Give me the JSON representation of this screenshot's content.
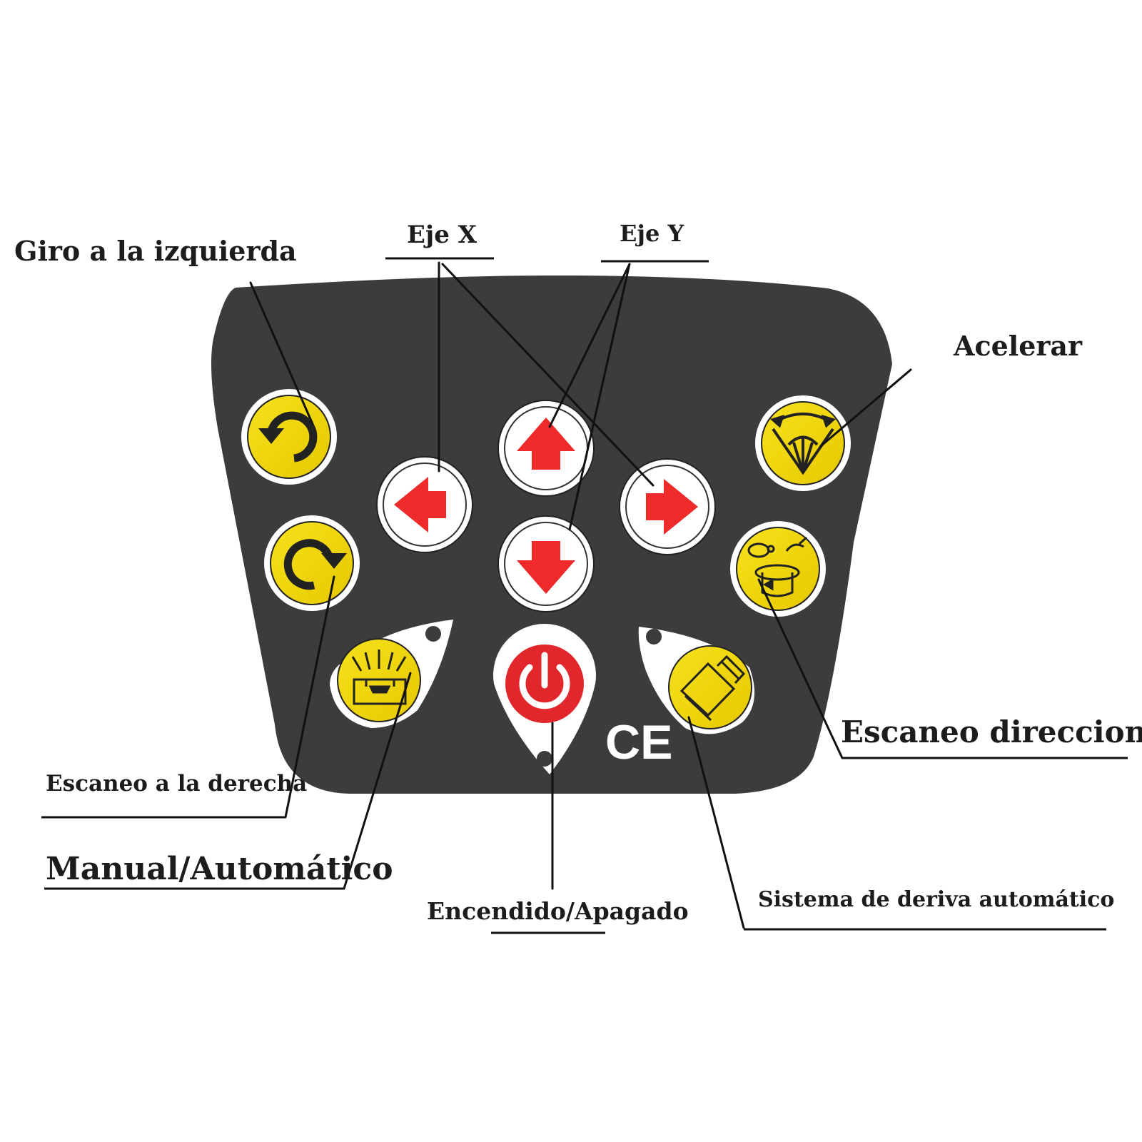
{
  "labels": {
    "giro_izquierda": "Giro a la izquierda",
    "eje_x": "Eje X",
    "eje_y": "Eje Y",
    "acelerar": "Acelerar",
    "escaneo_direccional": "Escaneo direccional",
    "escaneo_derecha": "Escaneo a la derecha",
    "manual_automatico": "Manual/Automático",
    "encendido_apagado": "Encendido/Apagado",
    "sistema_deriva": "Sistema de deriva automático",
    "ce_mark": "CE"
  },
  "colors": {
    "panel": "#3c3c3e",
    "button_yellow": "#f2d80c",
    "arrow_red": "#ee2a2a",
    "power_red": "#e1262c",
    "button_ring": "#ffffff"
  },
  "icons": {
    "rotate_left": "rotate-left-icon",
    "rotate_right": "rotate-right-icon",
    "arrow_up": "arrow-up-icon",
    "arrow_down": "arrow-down-icon",
    "arrow_left": "arrow-left-icon",
    "arrow_right": "arrow-right-icon",
    "speed_fan": "speed-fan-icon",
    "scan_turtle_rabbit": "scan-speed-icon",
    "manual_auto": "manual-auto-icon",
    "power": "power-icon",
    "tilt_drift": "tilt-drift-icon"
  }
}
